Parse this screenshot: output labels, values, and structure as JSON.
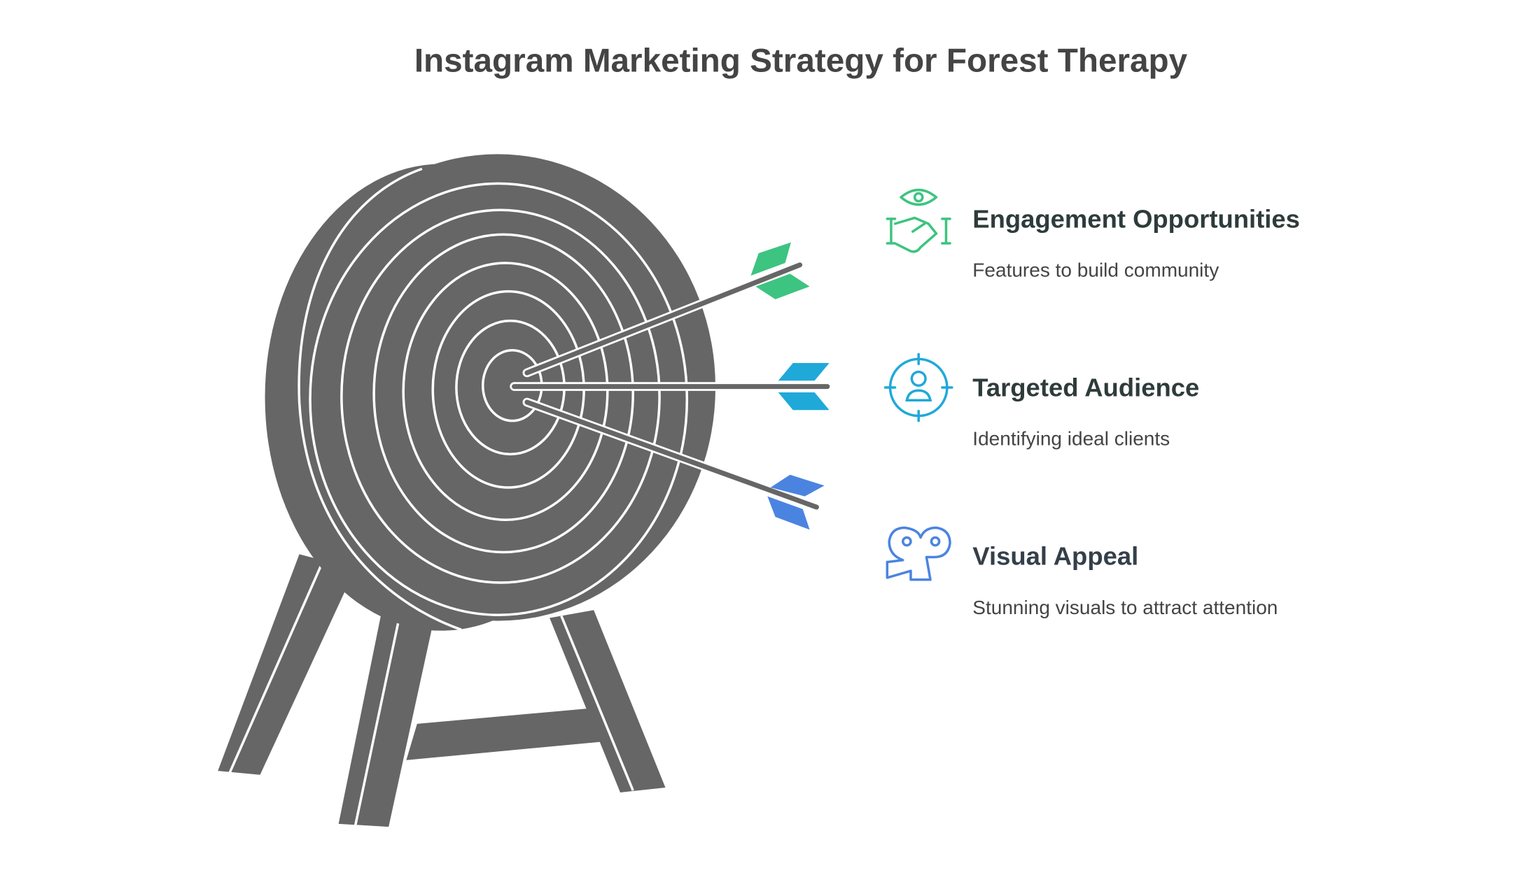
{
  "title": "Instagram Marketing Strategy for Forest Therapy",
  "colors": {
    "target": "#666666",
    "green": "#3dc480",
    "cyan": "#1fa9d9",
    "blue": "#4b84e0",
    "heading": "#2f3b3b"
  },
  "items": [
    {
      "heading": "Engagement Opportunities",
      "description": "Features to build community",
      "icon": "handshake-eye-icon",
      "color": "#3dc480"
    },
    {
      "heading": "Targeted Audience",
      "description": "Identifying ideal clients",
      "icon": "target-person-icon",
      "color": "#1fa9d9"
    },
    {
      "heading": "Visual Appeal",
      "description": "Stunning visuals to attract attention",
      "icon": "video-camera-icon",
      "color": "#4b84e0"
    }
  ]
}
